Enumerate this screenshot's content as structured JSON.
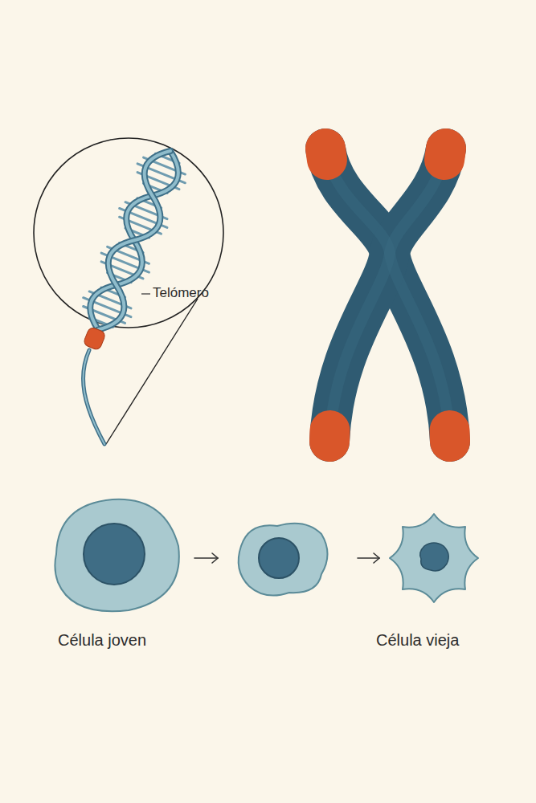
{
  "diagram": {
    "labels": [
      "Telómero",
      "Célula joven",
      "Célula vieja"
    ]
  }
}
